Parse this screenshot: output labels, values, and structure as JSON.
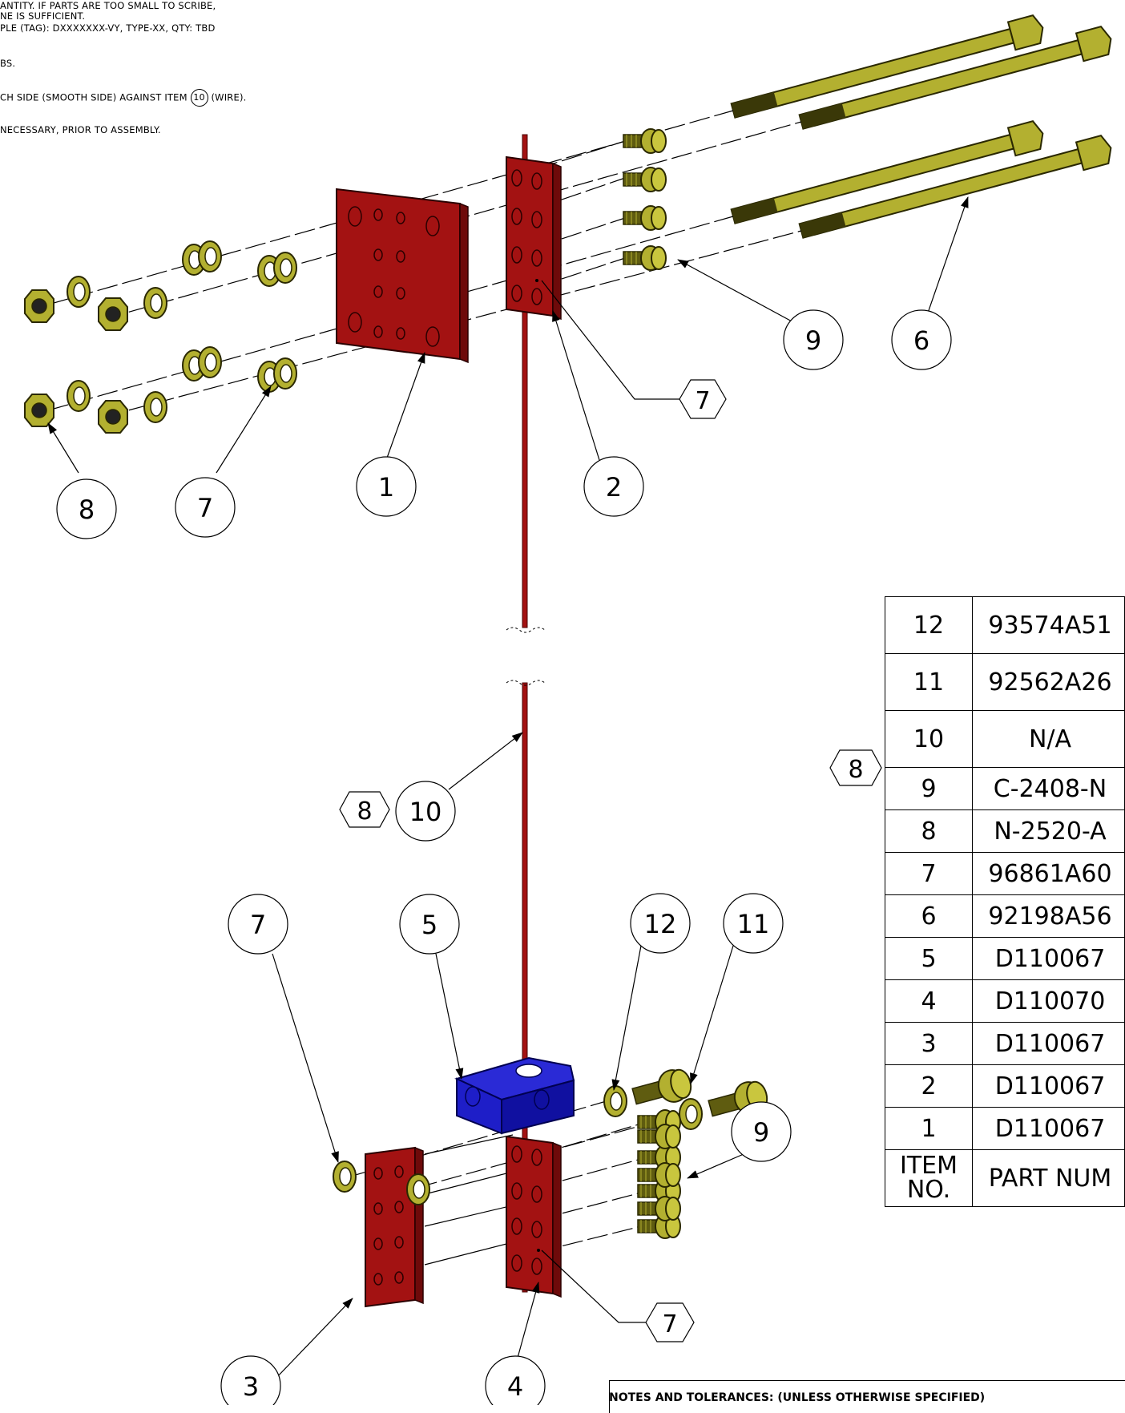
{
  "notes": {
    "line1": "ANTITY. IF PARTS ARE TOO SMALL TO SCRIBE,",
    "line2": "NE IS SUFFICIENT.",
    "line3": "PLE (TAG): DXXXXXXX-VY, TYPE-XX, QTY: TBD",
    "line4": "BS.",
    "line5_a": "CH SIDE (SMOOTH SIDE) AGAINST ITEM",
    "line5_ref": "10",
    "line5_b": "(WIRE).",
    "line6": "NECESSARY, PRIOR TO ASSEMBLY."
  },
  "balloons": {
    "b8_top": "8",
    "b7_top": "7",
    "b1": "1",
    "b2": "2",
    "b9_top": "9",
    "b6": "6",
    "b10": "10",
    "b12": "12",
    "b11": "11",
    "b7_bot": "7",
    "b5": "5",
    "b9_bot": "9",
    "b3": "3",
    "b4": "4"
  },
  "note_tags": {
    "t7_top": "7",
    "t8_wire": "8",
    "t8_bom": "8",
    "t7_bot": "7"
  },
  "bom": {
    "rows": [
      {
        "item": "12",
        "part": "93574A51"
      },
      {
        "item": "11",
        "part": "92562A26"
      },
      {
        "item": "10",
        "part": "N/A"
      },
      {
        "item": "9",
        "part": "C-2408-N"
      },
      {
        "item": "8",
        "part": "N-2520-A"
      },
      {
        "item": "7",
        "part": "96861A60"
      },
      {
        "item": "6",
        "part": "92198A56"
      },
      {
        "item": "5",
        "part": "D110067"
      },
      {
        "item": "4",
        "part": "D110070"
      },
      {
        "item": "3",
        "part": "D110067"
      },
      {
        "item": "2",
        "part": "D110067"
      },
      {
        "item": "1",
        "part": "D110067"
      }
    ],
    "header_item_1": "ITEM",
    "header_item_2": "NO.",
    "header_part": "PART NUM"
  },
  "tolerances_title": "NOTES AND TOLERANCES: (UNLESS OTHERWISE SPECIFIED)",
  "colors": {
    "red_part": "#a31212",
    "red_dark": "#6e0a0a",
    "blue_part": "#1e1ec8",
    "brass": "#b3b030",
    "brass_dark": "#5f5c10"
  }
}
